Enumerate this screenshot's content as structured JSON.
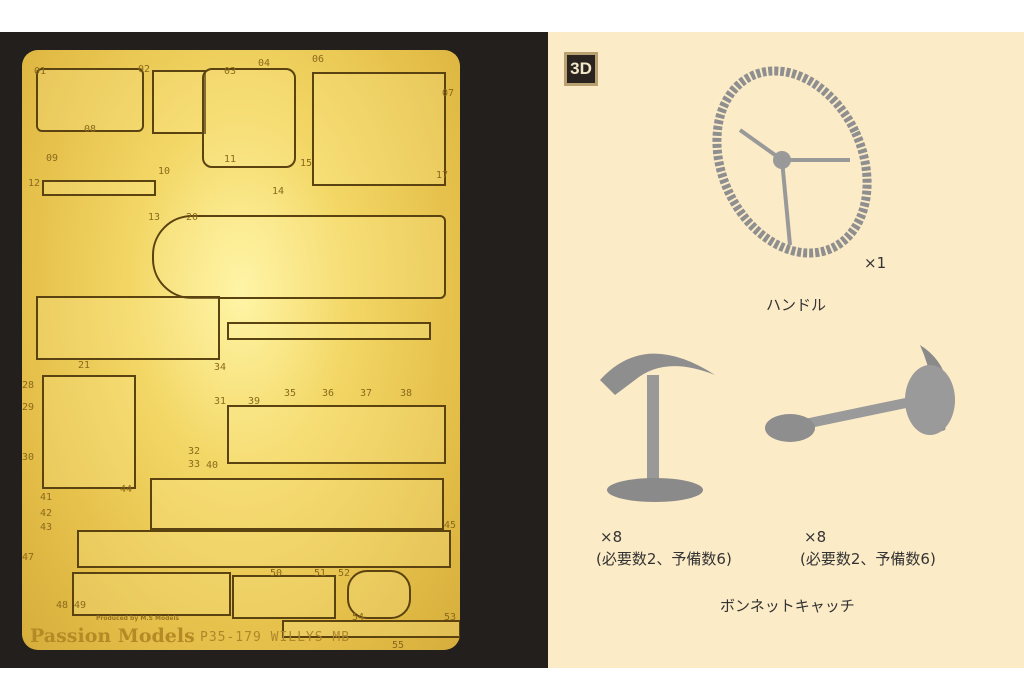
{
  "sheet": {
    "brand": "Passion Models",
    "produced_by": "Produced by M.S Models",
    "product_code": "P35-179 WILLYS MB",
    "part_numbers": [
      "01",
      "02",
      "03",
      "04",
      "06",
      "07",
      "08",
      "09",
      "10",
      "11",
      "12",
      "13",
      "14",
      "15",
      "17",
      "20",
      "21",
      "28",
      "29",
      "30",
      "31",
      "32",
      "33",
      "34",
      "35",
      "36",
      "37",
      "38",
      "39",
      "40",
      "41",
      "42",
      "43",
      "44",
      "45",
      "47",
      "48",
      "49",
      "50",
      "51",
      "52",
      "53",
      "54",
      "55"
    ]
  },
  "badge": "3D",
  "steering_wheel": {
    "qty": "×1",
    "name": "ハンドル"
  },
  "bonnet_catch": {
    "left": {
      "qty": "×8",
      "note": "(必要数2、予備数6)"
    },
    "right": {
      "qty": "×8",
      "note": "(必要数2、予備数6)"
    },
    "name": "ボンネットキャッチ"
  }
}
